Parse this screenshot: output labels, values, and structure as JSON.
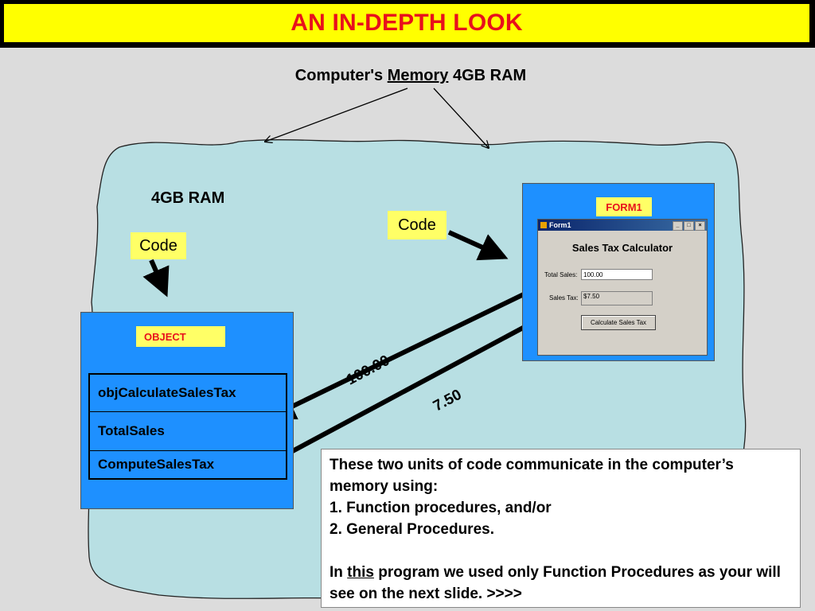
{
  "title": "AN IN-DEPTH LOOK",
  "memory_label": {
    "prefix": "Computer's",
    "underlined": "Memory",
    "suffix": "4GB RAM"
  },
  "ram_label": "4GB RAM",
  "code_label_left": "Code",
  "code_label_right": "Code",
  "object_panel": {
    "label": "OBJECT",
    "rows": [
      "objCalculateSalesTax",
      "TotalSales",
      "ComputeSalesTax"
    ]
  },
  "form_panel": {
    "label": "FORM1",
    "window_title": "Form1",
    "heading": "Sales Tax Calculator",
    "total_sales_label": "Total Sales:",
    "total_sales_value": "100.00",
    "sales_tax_label": "Sales Tax:",
    "sales_tax_value": "$7.50",
    "button_label": "Calculate Sales Tax"
  },
  "arrow_values": {
    "upper": "100.00",
    "lower": "7.50"
  },
  "note": {
    "line1": "These two units of code communicate in the computer’s memory using:",
    "line2": "1. Function procedures, and/or",
    "line3": "2. General Procedures.",
    "line4_prefix": "In",
    "line4_underlined": "this",
    "line4_suffix": "program we used only Function Procedures as your will see on the next slide.",
    "line4_tail": ">>>>"
  },
  "colors": {
    "title_bg": "#ffff00",
    "title_text": "#e8101c",
    "ram_area": "#b8dfe3",
    "panel_blue": "#1e90ff",
    "label_yellow": "#ffff66"
  }
}
